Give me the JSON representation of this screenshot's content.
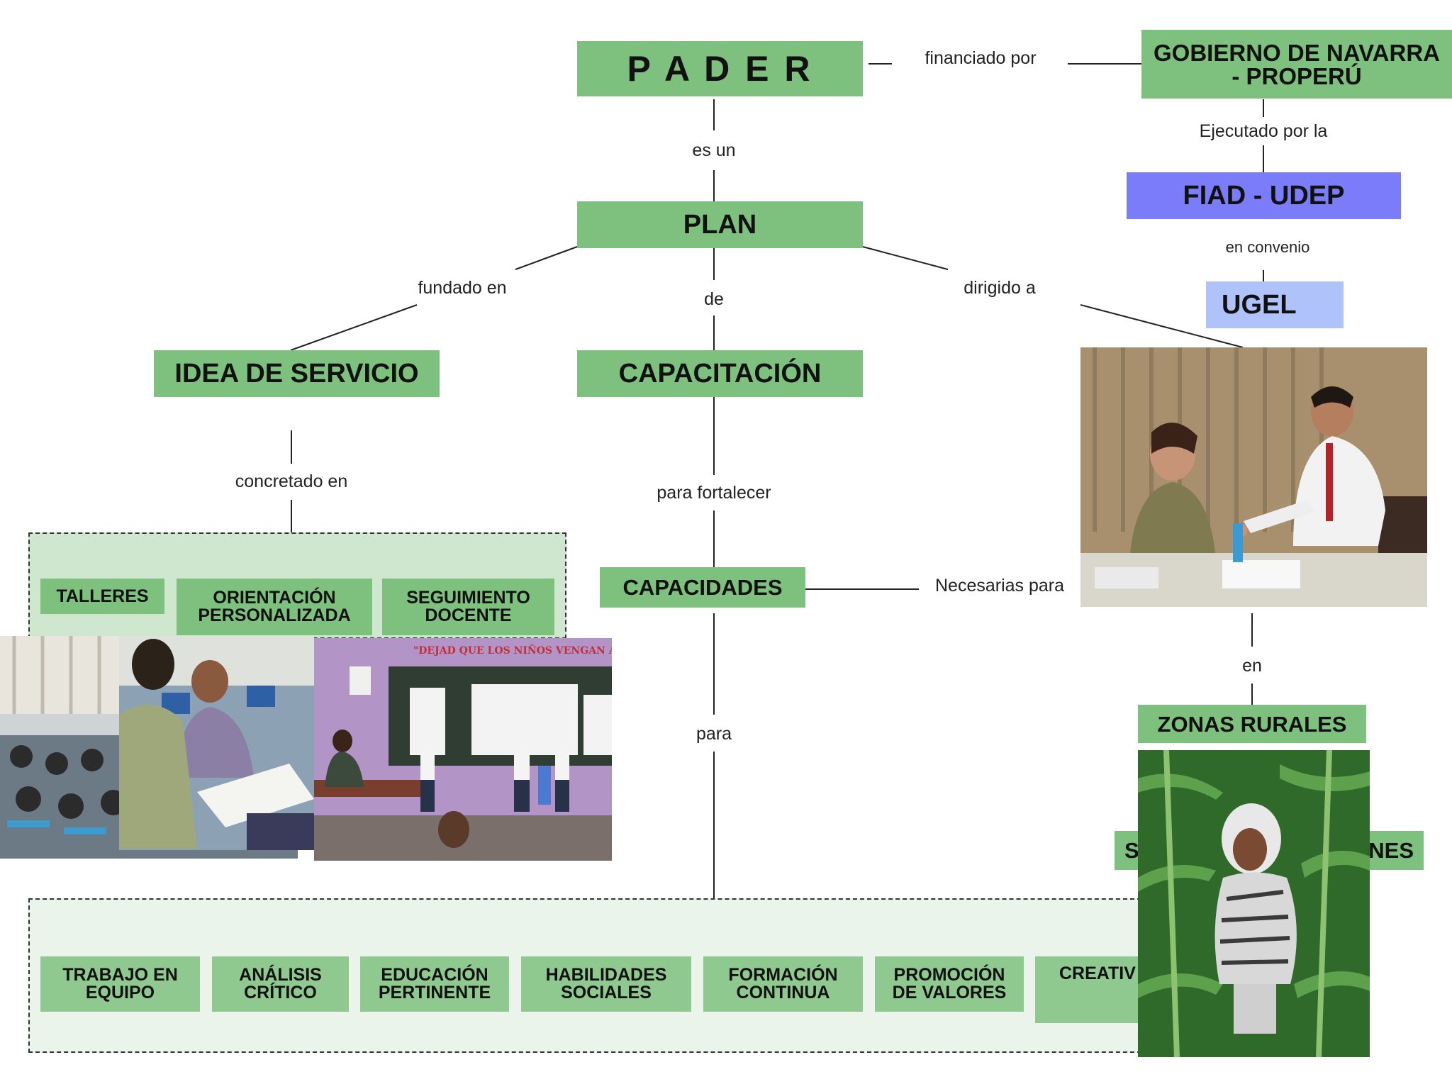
{
  "nodes": {
    "pader": "P A D E R",
    "gobierno": "GOBIERNO DE NAVARRA - PROPERÚ",
    "fiad": "FIAD - UDEP",
    "ugel": "UGEL",
    "plan": "PLAN",
    "idea": "IDEA DE SERVICIO",
    "capacitacion": "CAPACITACIÓN",
    "capacidades": "CAPACIDADES",
    "zonas": "ZONAS RURALES",
    "hidden_left": "S",
    "hidden_right": "NES"
  },
  "links": {
    "financiado": "financiado por",
    "ejecutado": "Ejecutado por  la",
    "convenio": "en convenio",
    "esun": "es un",
    "fundado": "fundado en",
    "de": "de",
    "dirigido": "dirigido a",
    "concretado": "concretado en",
    "fortalecer": "para fortalecer",
    "necesarias": "Necesarias para",
    "en": "en",
    "para": "para"
  },
  "service_items": [
    "TALLERES",
    "ORIENTACIÓN PERSONALIZADA",
    "SEGUIMIENTO DOCENTE"
  ],
  "capacity_items": [
    "TRABAJO EN EQUIPO",
    "ANÁLISIS CRÍTICO",
    "EDUCACIÓN PERTINENTE",
    "HABILIDADES SOCIALES",
    "FORMACIÓN CONTINUA",
    "PROMOCIÓN DE VALORES",
    "CREATIV"
  ],
  "photos": {
    "classroom_banner": "\"DEJAD QUE LOS NIÑOS VENGAN A"
  },
  "colors": {
    "node_green": "#7ec07e",
    "node_blue": "#7a7cfa",
    "node_light_blue": "#afc2f9",
    "group_fill": "#cfe6cf"
  }
}
